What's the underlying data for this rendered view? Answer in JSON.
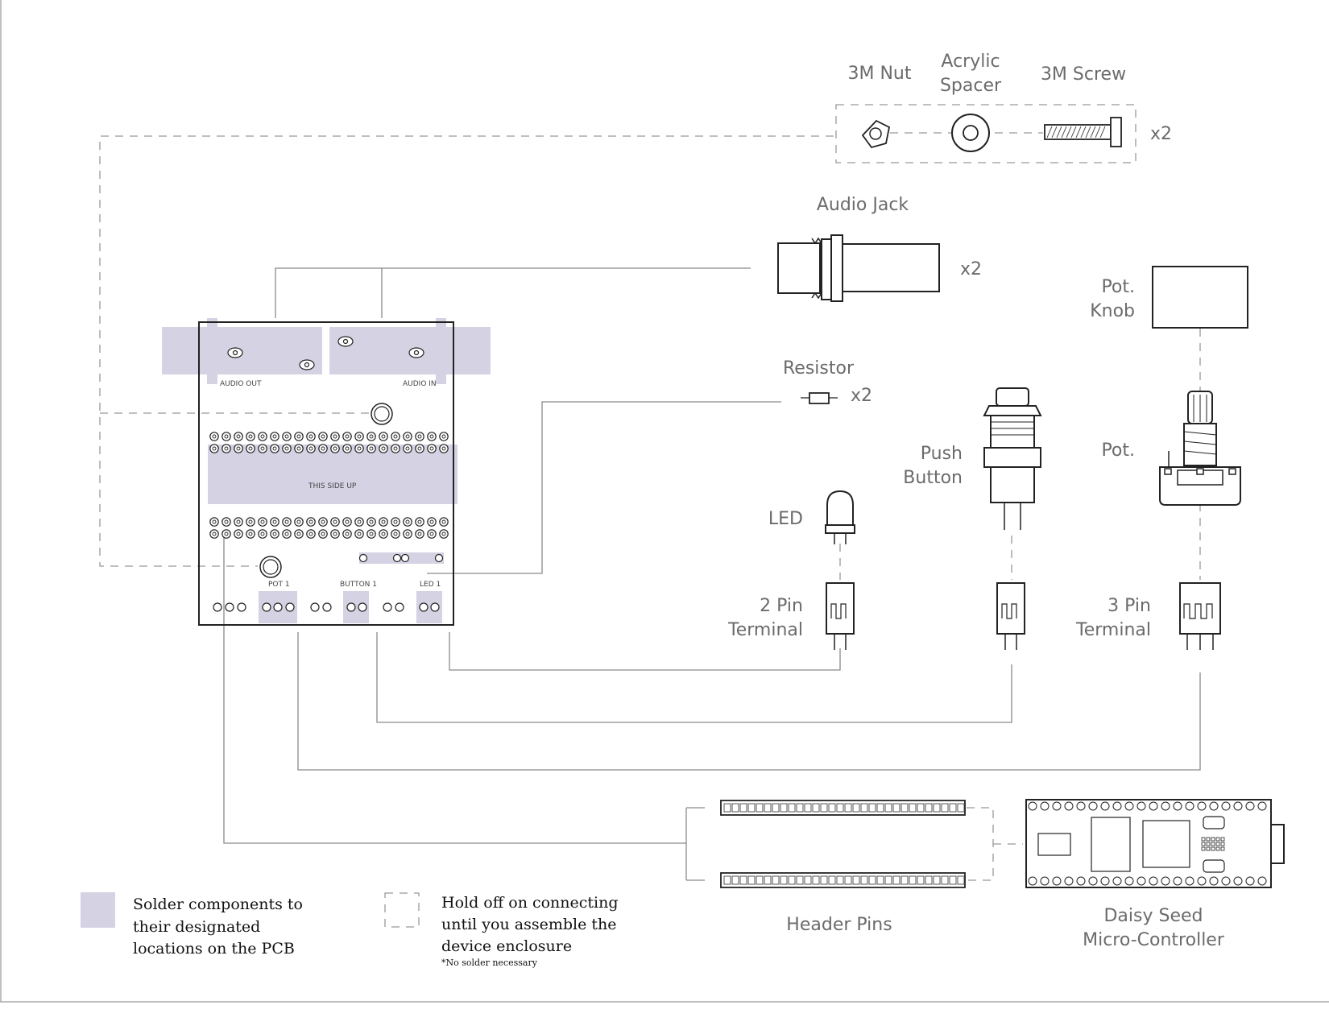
{
  "parts": {
    "nut": "3M Nut",
    "spacer": [
      "Acrylic",
      "Spacer"
    ],
    "screw": "3M Screw",
    "screw_qty": "x2",
    "audio_jack": "Audio Jack",
    "audio_jack_qty": "x2",
    "pot_knob": [
      "Pot.",
      "Knob"
    ],
    "resistor": "Resistor",
    "resistor_qty": "x2",
    "push_button": [
      "Push",
      "Button"
    ],
    "pot": "Pot.",
    "led": "LED",
    "terminal_2pin": [
      "2 Pin",
      "Terminal"
    ],
    "terminal_3pin": [
      "3 Pin",
      "Terminal"
    ],
    "header_pins": "Header Pins",
    "daisy_seed": [
      "Daisy Seed",
      "Micro-Controller"
    ]
  },
  "pcb": {
    "audio_out": "AUDIO OUT",
    "audio_in": "AUDIO IN",
    "this_side_up": "THIS SIDE UP",
    "pot1": "POT 1",
    "button1": "BUTTON 1",
    "led1": "LED 1"
  },
  "legend": {
    "solder": [
      "Solder components to",
      "their designated",
      "locations on the PCB"
    ],
    "hold": [
      "Hold off on connecting",
      "until you assemble the",
      "device enclosure"
    ],
    "hold_note": "*No solder necessary"
  },
  "colors": {
    "solder_fill": "#d4d2e3",
    "line": "#8a8a8a",
    "outline": "#222222"
  }
}
